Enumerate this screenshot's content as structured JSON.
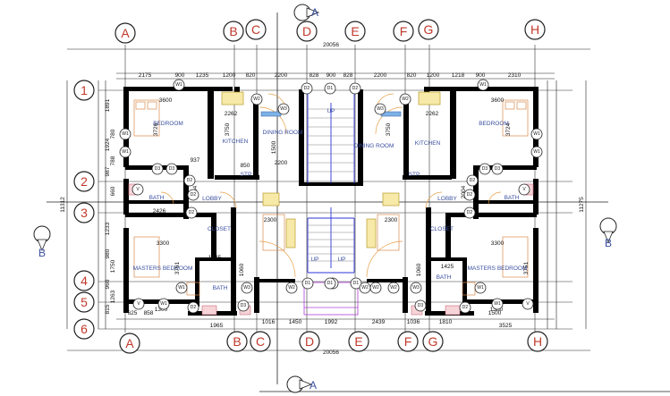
{
  "grid": {
    "columns": [
      "A",
      "B",
      "C",
      "D",
      "E",
      "F",
      "G",
      "H"
    ],
    "rows": [
      "1",
      "2",
      "3",
      "4",
      "5",
      "6"
    ]
  },
  "sections": {
    "top_label": "A",
    "bottom_label": "A",
    "left_label": "B",
    "right_label": "B"
  },
  "dims": {
    "top_total": "20056",
    "bottom_total": "20056",
    "left_total": "11312",
    "right_total": "11275",
    "top_segments": [
      "2175",
      "900",
      "1235",
      "1200",
      "820",
      "2200",
      "828",
      "900",
      "828",
      "2200",
      "820",
      "1200",
      "1218",
      "900",
      "2310"
    ],
    "bottom_segments": [
      "625",
      "858",
      "1965",
      "1016",
      "1450",
      "1992",
      "2439",
      "1036",
      "1810",
      "1500",
      "3525"
    ],
    "left_segments": [
      "1891",
      "780",
      "1924",
      "788",
      "987",
      "660",
      "1233",
      "980",
      "1750",
      "960",
      "1263",
      "815"
    ],
    "interior": [
      "3600",
      "3726",
      "2262",
      "3750",
      "1500",
      "3750",
      "2200",
      "2262",
      "3600",
      "3724",
      "937",
      "850",
      "2426",
      "3300",
      "1425",
      "3300",
      "1425",
      "1300",
      "1300",
      "3751",
      "3751",
      "1060",
      "1060",
      "2004",
      "2004",
      "2300",
      "2300"
    ]
  },
  "rooms": {
    "bedroom_left": "BEDROOM",
    "bedroom_right": "BEDROOM",
    "kitchen_left": "KITCHEN",
    "kitchen_right": "KITCHEN",
    "dining_left": "DINING ROOM",
    "dining_right": "DINING ROOM",
    "bath_left_upper": "BATH",
    "bath_right_upper": "BATH",
    "lobby_left": "LOBBY",
    "lobby_right": "LOBBY",
    "closet_left": "CLOSET",
    "closet_right": "CLOSET",
    "master_left": "MASTERS BEDROOM",
    "master_right": "MASTERS BEDROOM",
    "bath_left_lower": "BATH",
    "bath_right_lower": "BATH",
    "stp_left": "STP",
    "stp_right": "STP",
    "up1": "UP",
    "up2": "UP",
    "up3": "UP"
  },
  "tags": [
    "W1",
    "W1",
    "W2",
    "W2",
    "D2",
    "D2",
    "D1",
    "D1",
    "W3",
    "W3",
    "D3",
    "D3",
    "D2",
    "D2",
    "D2",
    "D2",
    "W1",
    "W1",
    "D3",
    "D3",
    "D1",
    "D1",
    "W2",
    "W2",
    "V",
    "V",
    "D2",
    "D2",
    "D1",
    "W1",
    "W1",
    "W2",
    "W2",
    "V",
    "V",
    "W1",
    "W1",
    "W1",
    "W1",
    "W3",
    "W3",
    "D3",
    "D3",
    "D2",
    "D2"
  ]
}
